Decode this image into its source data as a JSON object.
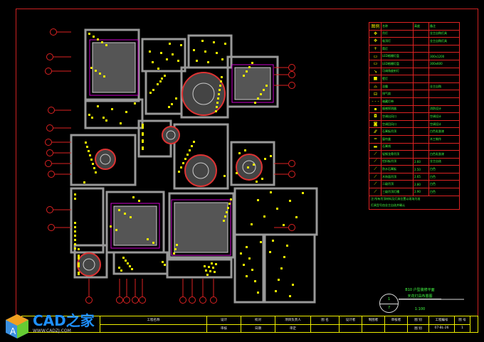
{
  "legend": {
    "header": [
      "图例",
      "名称",
      "高度",
      "备注"
    ],
    "rows": [
      {
        "sym": "✥",
        "name": "吊灯",
        "height": "",
        "note": "业主自购灯具"
      },
      {
        "sym": "✥",
        "name": "吸顶灯",
        "height": "",
        "note": "业主自购灯具"
      },
      {
        "sym": "+",
        "name": "筒灯",
        "height": "",
        "note": ""
      },
      {
        "sym": "▭",
        "name": "LED格栅灯盘",
        "height": "",
        "note": "300x1200"
      },
      {
        "sym": "▭",
        "name": "LED格栅灯盘",
        "height": "",
        "note": "300x600"
      },
      {
        "sym": "↘",
        "name": "可调角度射灯",
        "height": "",
        "note": ""
      },
      {
        "sym": "■",
        "name": "壁灯",
        "height": "",
        "note": ""
      },
      {
        "sym": "⌓",
        "name": "浴霸",
        "height": "",
        "note": "业主自购"
      },
      {
        "sym": "⊟",
        "name": "排气扇",
        "height": "",
        "note": ""
      },
      {
        "sym": "- - -",
        "name": "暗藏灯带",
        "height": "",
        "note": ""
      },
      {
        "sym": "▪",
        "name": "烟感探测器",
        "height": "",
        "note": "消防设计"
      },
      {
        "sym": "◘",
        "name": "空调出风口",
        "height": "",
        "note": "空调设计"
      },
      {
        "sym": "◙",
        "name": "空调回风口",
        "height": "",
        "note": "空调设计"
      },
      {
        "sym": "⁄⁄⁄",
        "name": "石膏板吊顶",
        "height": "",
        "note": "白色乳胶漆"
      },
      {
        "sym": "━",
        "name": "窗帘盒",
        "height": "",
        "note": "木工制作"
      },
      {
        "sym": "▬",
        "name": "石膏线",
        "height": "",
        "note": ""
      },
      {
        "sym": "⟋",
        "name": "轻钢龙骨吊顶",
        "height": "",
        "note": "白色乳胶漆"
      },
      {
        "sym": "⟋",
        "name": "铝扣板吊顶",
        "height": "2.60",
        "note": "业主自选"
      },
      {
        "sym": "⟋",
        "name": "防水石膏板",
        "height": "2.50",
        "note": "白色"
      },
      {
        "sym": "⟋",
        "name": "木饰面吊顶",
        "height": "2.65",
        "note": "白色"
      },
      {
        "sym": "⟋",
        "name": "二级吊顶",
        "height": "2.80",
        "note": "白色"
      },
      {
        "sym": "⟋",
        "name": "三级吊顶灯槽",
        "height": "2.90",
        "note": "白色"
      }
    ],
    "notes": [
      "注:所有吊顶材料及灯具位置以现场为准",
      "灯具型号由业主自选并确认"
    ]
  },
  "drawing": {
    "title": "B10 户型装修平面",
    "subtitle": "天花灯具布置图",
    "bubble_top": "1",
    "bubble_bottom": "7",
    "scale": "1:100"
  },
  "titleblock": [
    [
      "工程名称",
      ""
    ],
    [
      "设计",
      "审核"
    ],
    [
      "校对",
      "日期"
    ],
    [
      "项目负责人",
      "审定"
    ],
    [
      "图 名",
      ""
    ],
    [
      "设计者",
      ""
    ],
    [
      "制图者",
      ""
    ],
    [
      "审核者",
      ""
    ],
    [
      "图 别",
      "图 别"
    ],
    [
      "工程编号",
      "07-BL-26"
    ],
    [
      "图 号",
      "1"
    ]
  ],
  "watermark": {
    "brand": "CAD之家",
    "url": "WWW.CADZJ.COM"
  }
}
